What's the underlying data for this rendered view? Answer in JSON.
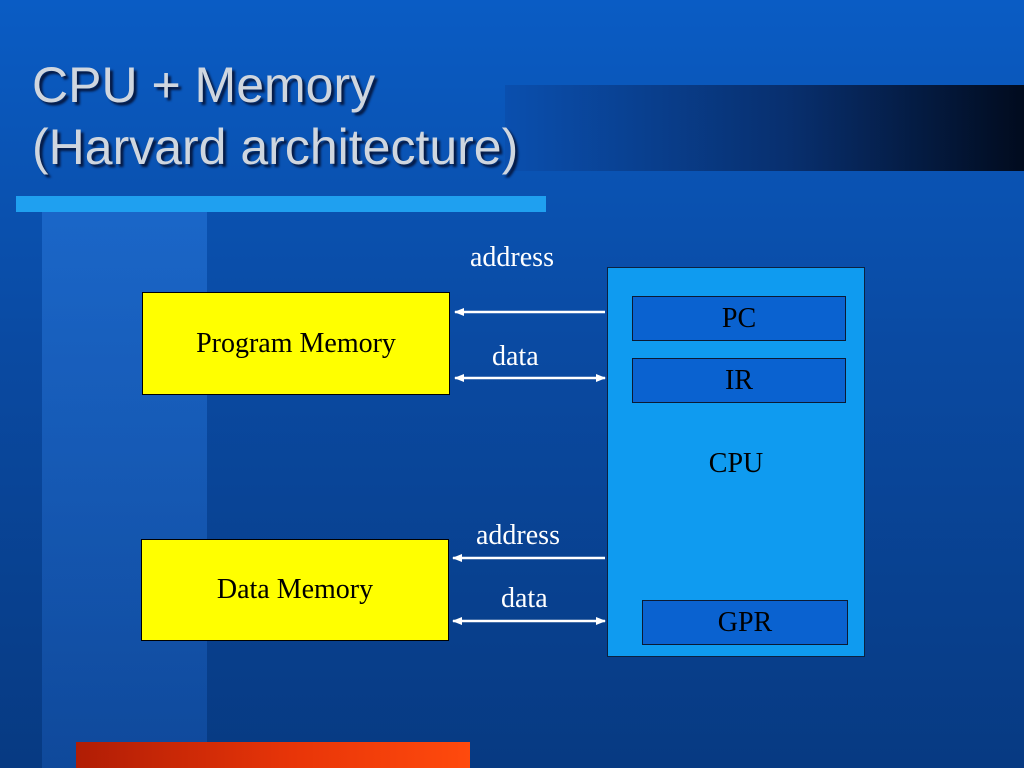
{
  "slide": {
    "title_line1": "CPU + Memory",
    "title_line2": "(Harvard architecture)"
  },
  "diagram": {
    "program_memory": "Program Memory",
    "data_memory": "Data Memory",
    "cpu": "CPU",
    "registers": {
      "pc": "PC",
      "ir": "IR",
      "gpr": "GPR"
    },
    "links": {
      "program_address": "address",
      "program_data": "data",
      "data_address": "address",
      "data_data": "data"
    }
  },
  "colors": {
    "memory_fill": "#ffff00",
    "cpu_fill": "#0f9bf0",
    "register_fill": "#0a62d0",
    "accent_bar": "#1fa0f0"
  }
}
